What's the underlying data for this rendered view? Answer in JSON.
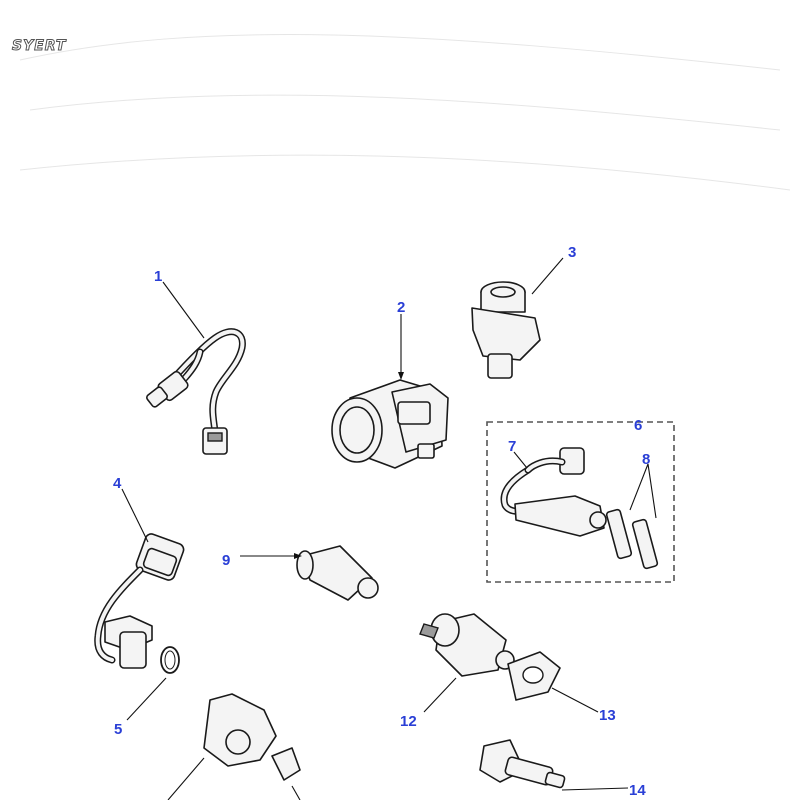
{
  "watermark": {
    "brand_text": "SYERT"
  },
  "callouts": [
    {
      "id": "1",
      "label": "1"
    },
    {
      "id": "2",
      "label": "2"
    },
    {
      "id": "3",
      "label": "3"
    },
    {
      "id": "4",
      "label": "4"
    },
    {
      "id": "5",
      "label": "5"
    },
    {
      "id": "6",
      "label": "6"
    },
    {
      "id": "7",
      "label": "7"
    },
    {
      "id": "8",
      "label": "8"
    },
    {
      "id": "9",
      "label": "9"
    },
    {
      "id": "12",
      "label": "12"
    },
    {
      "id": "13",
      "label": "13"
    },
    {
      "id": "14",
      "label": "14"
    }
  ],
  "colors": {
    "callout": "#2a3fd6",
    "line": "#1a1a1a",
    "part_fill": "#f4f4f4",
    "dashed_box": "#555555"
  },
  "icons": [
    "sensor-harness-icon",
    "throttle-body-icon",
    "valve-sensor-icon",
    "crank-sensor-icon",
    "o-ring-icon",
    "sensor-kit-icon",
    "pressure-switch-icon",
    "idle-valve-icon",
    "gasket-icon",
    "temperature-sensor-icon",
    "throttle-position-sensor-icon",
    "bracket-icon"
  ]
}
